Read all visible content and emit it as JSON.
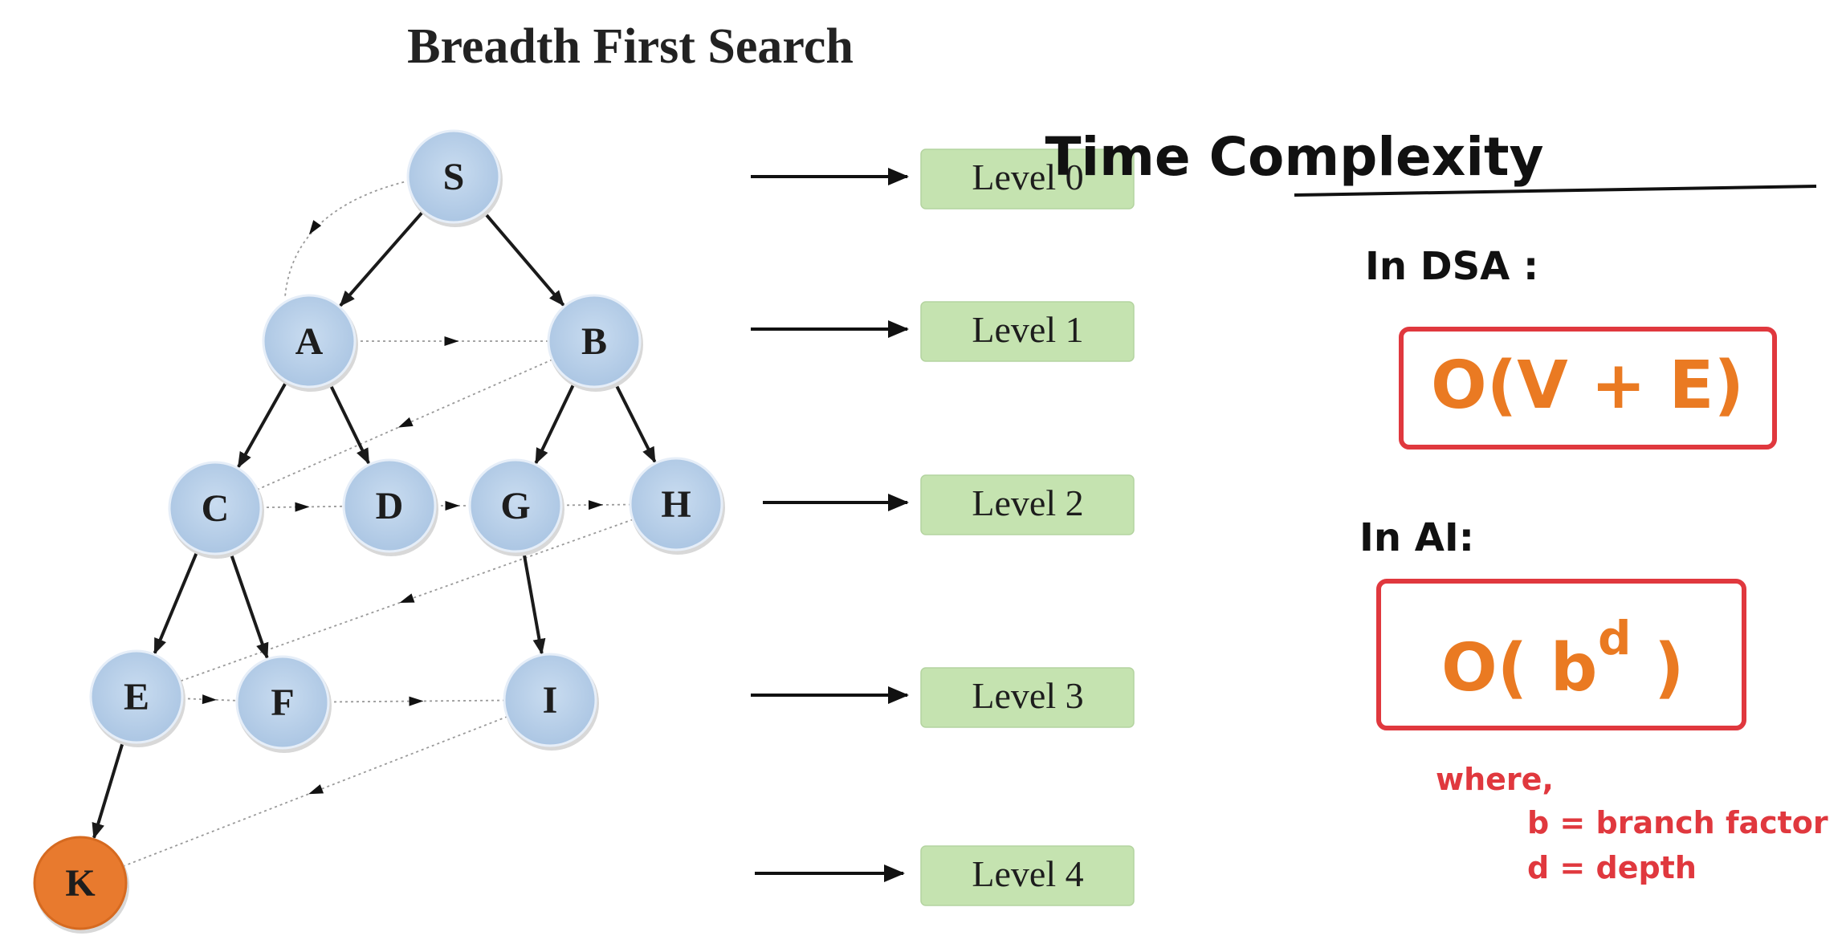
{
  "title": "Breadth First Search",
  "nodes": [
    {
      "id": "S",
      "label": "S",
      "color": "#b8d1ea"
    },
    {
      "id": "A",
      "label": "A",
      "color": "#b8d1ea"
    },
    {
      "id": "B",
      "label": "B",
      "color": "#b8d1ea"
    },
    {
      "id": "C",
      "label": "C",
      "color": "#b8d1ea"
    },
    {
      "id": "D",
      "label": "D",
      "color": "#b8d1ea"
    },
    {
      "id": "G",
      "label": "G",
      "color": "#b8d1ea"
    },
    {
      "id": "H",
      "label": "H",
      "color": "#b8d1ea"
    },
    {
      "id": "E",
      "label": "E",
      "color": "#b8d1ea"
    },
    {
      "id": "F",
      "label": "F",
      "color": "#b8d1ea"
    },
    {
      "id": "I",
      "label": "I",
      "color": "#b8d1ea"
    },
    {
      "id": "K",
      "label": "K",
      "color": "#e87a2e"
    }
  ],
  "edges": [
    [
      "S",
      "A"
    ],
    [
      "S",
      "B"
    ],
    [
      "A",
      "C"
    ],
    [
      "A",
      "D"
    ],
    [
      "B",
      "G"
    ],
    [
      "B",
      "H"
    ],
    [
      "C",
      "E"
    ],
    [
      "C",
      "F"
    ],
    [
      "G",
      "I"
    ],
    [
      "E",
      "K"
    ]
  ],
  "traversal_order": [
    "S",
    "A",
    "B",
    "C",
    "D",
    "G",
    "H",
    "E",
    "F",
    "I",
    "K"
  ],
  "levels": [
    "Level 0",
    "Level 1",
    "Level 2",
    "Level 3",
    "Level 4"
  ],
  "complexity": {
    "heading": "Time Complexity",
    "dsa_label": "In DSA :",
    "dsa_formula": "O(V + E)",
    "ai_label": "In AI:",
    "ai_formula_base": "O( b",
    "ai_formula_exp": "d",
    "ai_formula_close": ")",
    "where": "where,",
    "b_def": "b = branch factor",
    "d_def": "d = depth"
  },
  "colors": {
    "node_fill": "#b8d1ea",
    "goal_fill": "#e87a2e",
    "level_fill": "#c5e3b0",
    "formula_orange": "#ea7a22",
    "box_red": "#e0383e",
    "note_red": "#e0383e"
  }
}
